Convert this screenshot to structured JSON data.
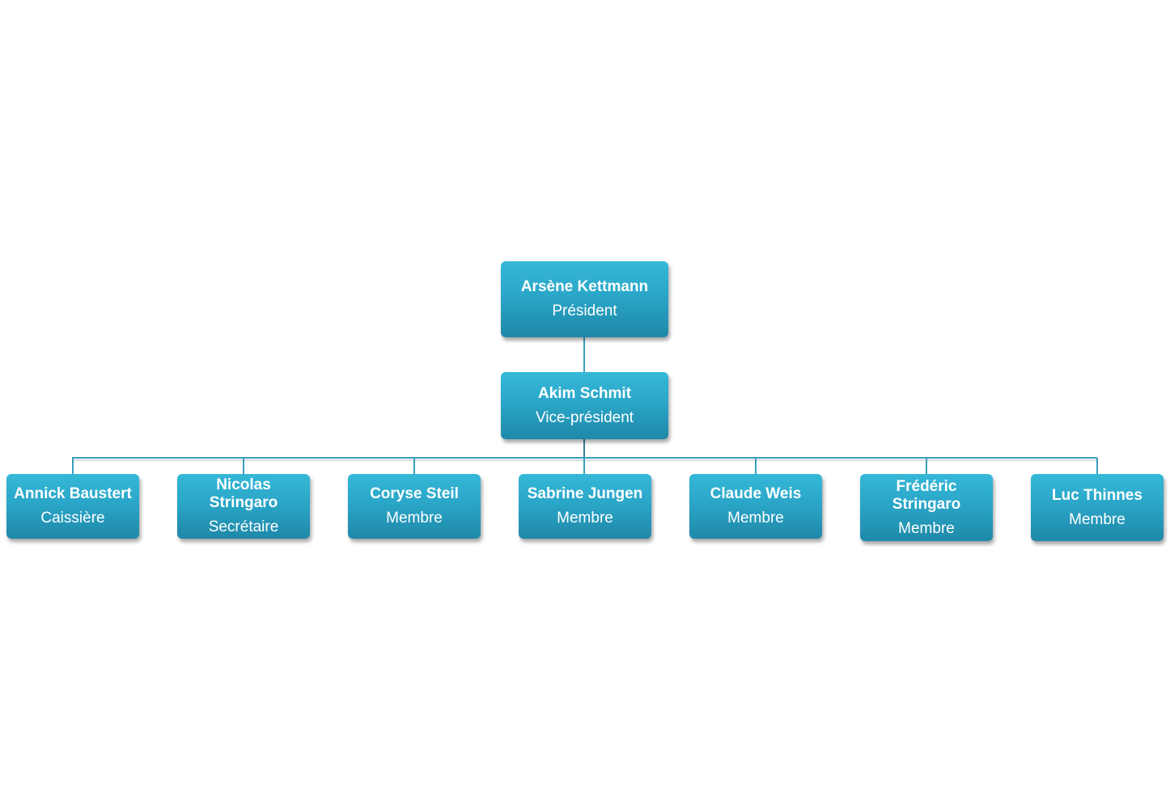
{
  "org": {
    "top": {
      "name": "Arsène Kettmann",
      "role": "Président"
    },
    "vice": {
      "name": "Akim Schmit",
      "role": "Vice-président"
    },
    "members": [
      {
        "name": "Annick Baustert",
        "role": "Caissière"
      },
      {
        "name": "Nicolas Stringaro",
        "role": "Secrétaire"
      },
      {
        "name": "Coryse Steil",
        "role": "Membre"
      },
      {
        "name": "Sabrine Jungen",
        "role": "Membre"
      },
      {
        "name": "Claude Weis",
        "role": "Membre"
      },
      {
        "name": "Frédéric Stringaro",
        "role": "Membre"
      },
      {
        "name": "Luc Thinnes",
        "role": "Membre"
      }
    ]
  },
  "colors": {
    "box_top": "#36b8d8",
    "box_bottom": "#1f88a8",
    "connector": "#3a9fbd",
    "text": "#ffffff"
  }
}
